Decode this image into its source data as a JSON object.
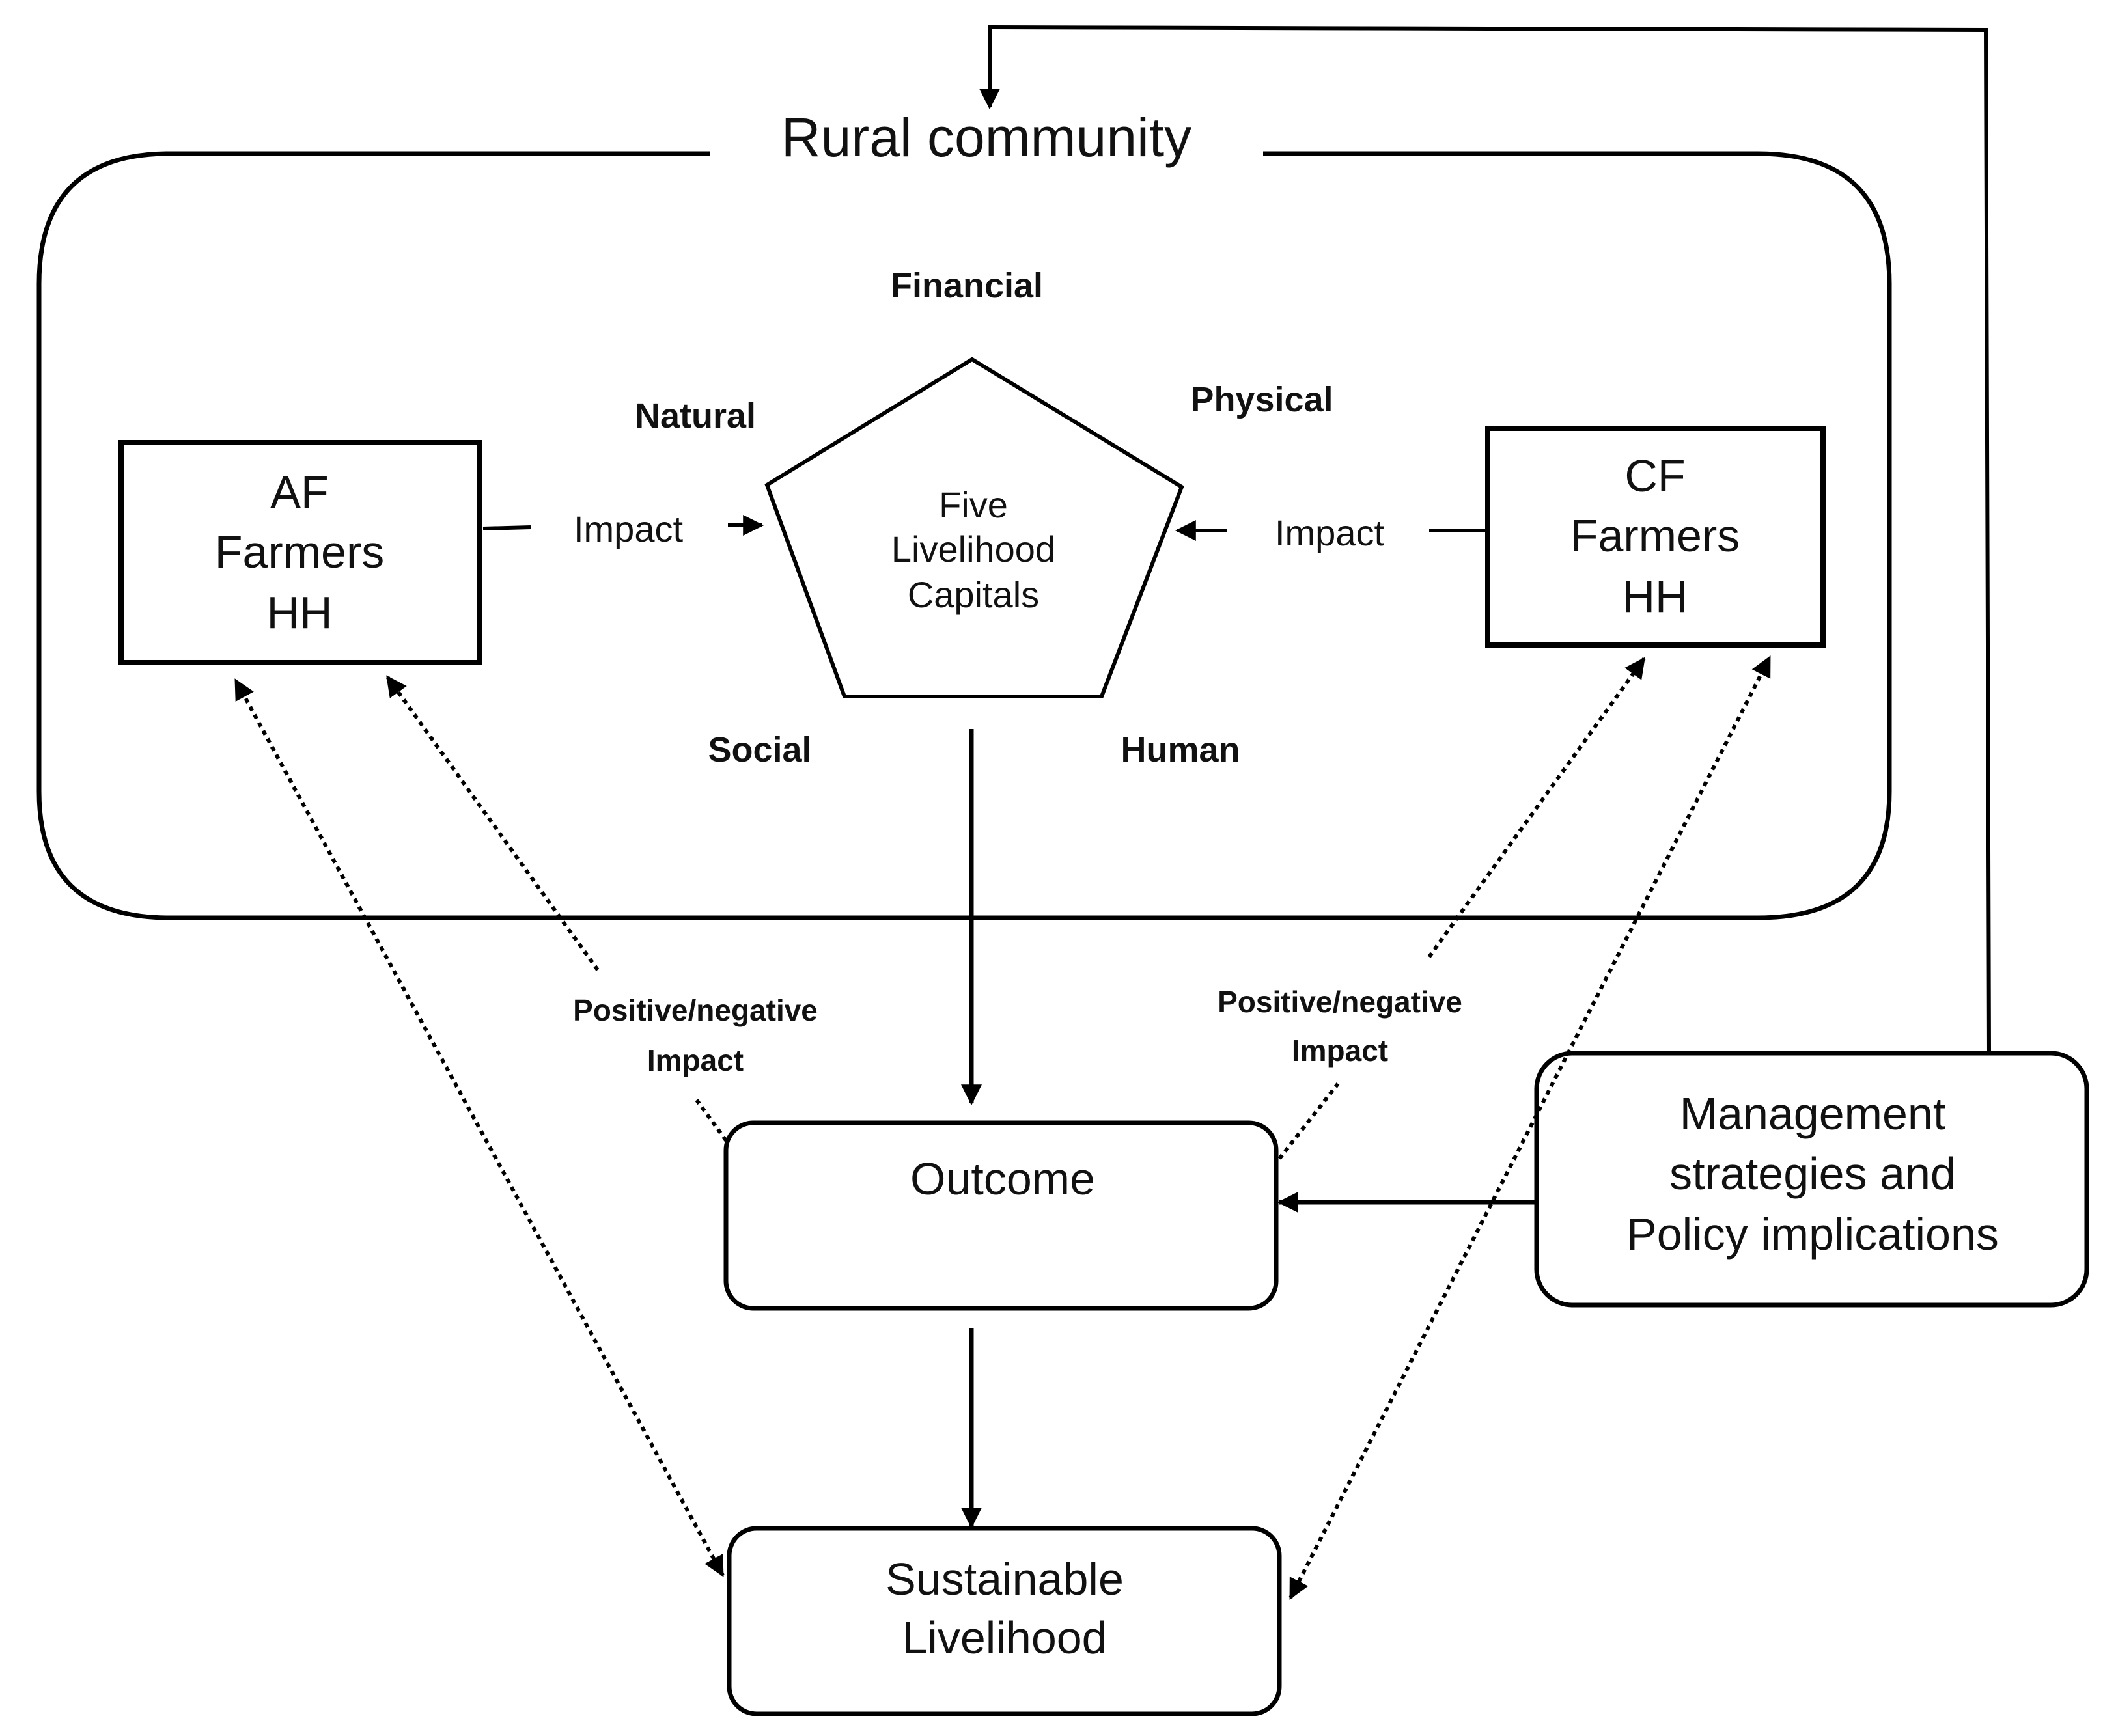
{
  "community_label": "Rural community",
  "capitals": {
    "financial": "Financial",
    "physical": "Physical",
    "natural": "Natural",
    "social": "Social",
    "human": "Human"
  },
  "pentagon_lines": [
    "Five",
    "Livelihood",
    "Capitals"
  ],
  "af_box": [
    "AF",
    "Farmers",
    "HH"
  ],
  "cf_box": [
    "CF",
    "Farmers",
    "HH"
  ],
  "impact_left": "Impact",
  "impact_right": "Impact",
  "pn_left": [
    "Positive/negative",
    "Impact"
  ],
  "pn_right": [
    "Positive/negative",
    "Impact"
  ],
  "outcome_label": "Outcome",
  "sustainable_lines": [
    "Sustainable",
    "Livelihood"
  ],
  "management_lines": [
    "Management",
    "strategies and",
    "Policy implications"
  ]
}
